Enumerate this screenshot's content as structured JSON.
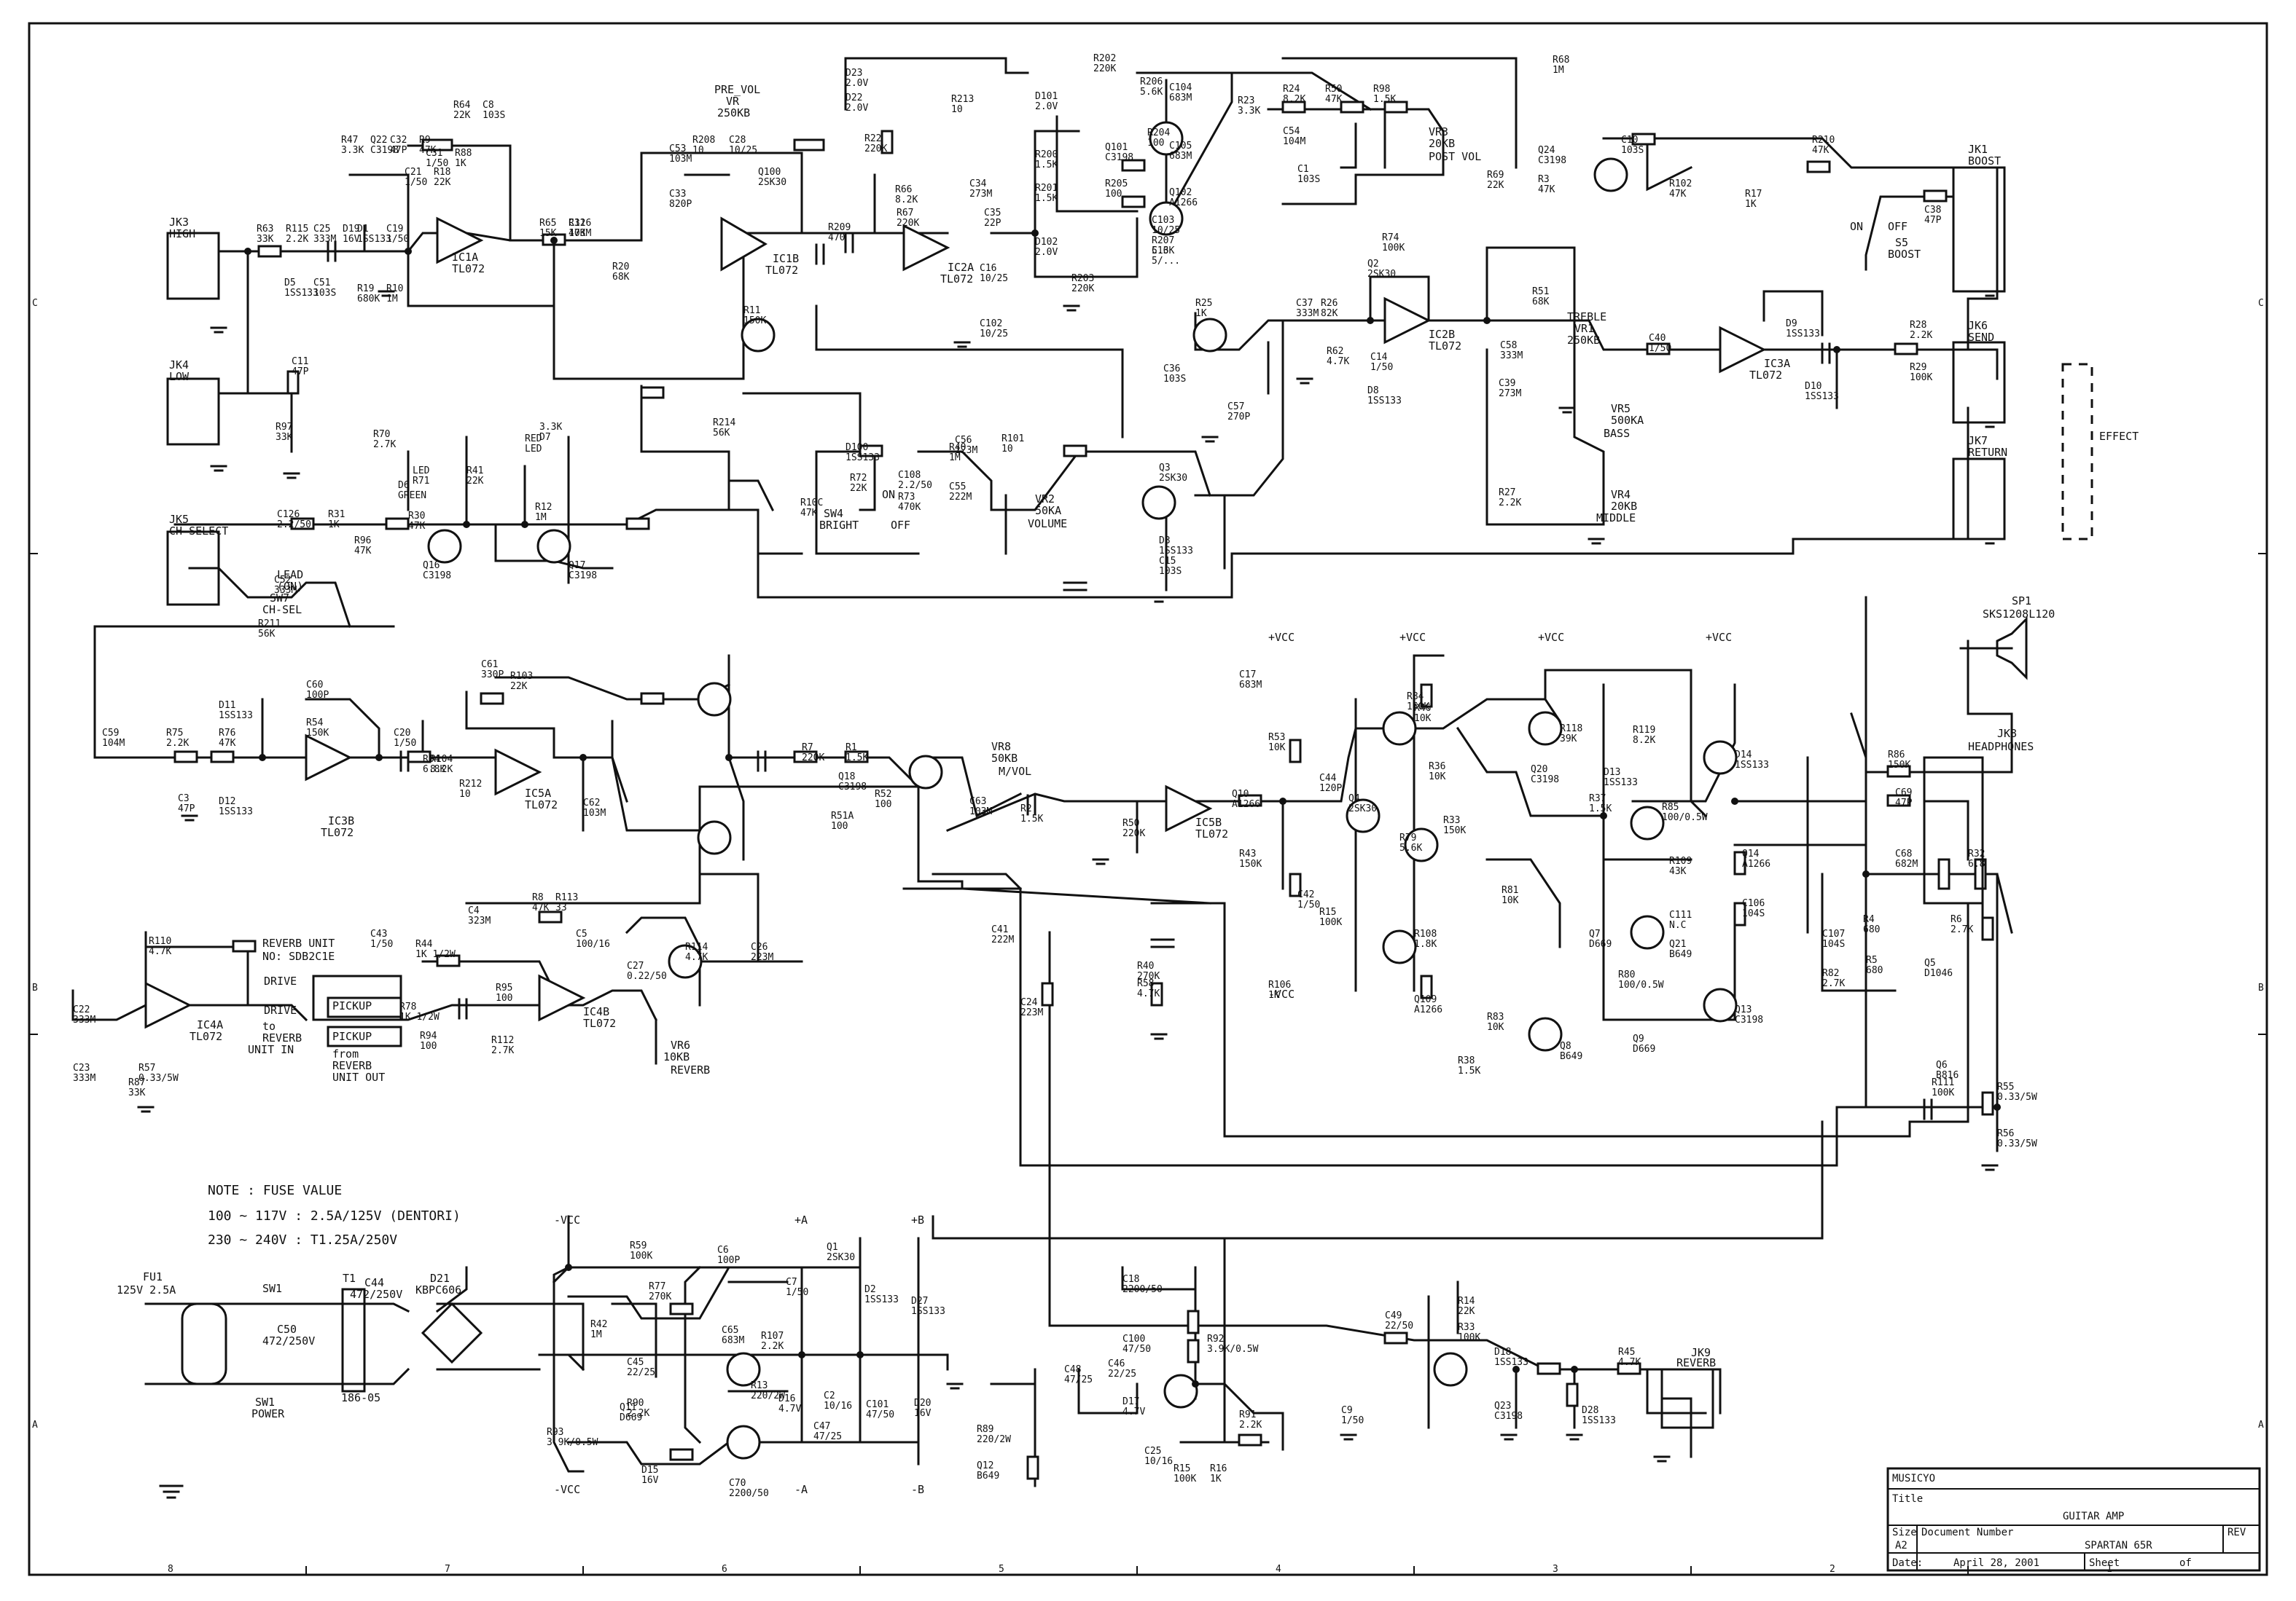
{
  "title_block": {
    "company": "MUSICYO",
    "title_label": "Title",
    "title_value": "GUITAR AMP",
    "size_label": "Size",
    "size_value": "A2",
    "docnum_label": "Document Number",
    "docnum_value": "SPARTAN 65R",
    "rev_label": "REV",
    "date_label": "Date:",
    "date_value": "April 28, 2001",
    "sheet_label": "Sheet",
    "of_label": "of"
  },
  "note": {
    "heading": "NOTE :  FUSE VALUE",
    "line1": "100 ~ 117V :  2.5A/125V (DENTORI)",
    "line2": "230 ~ 240V :  T1.25A/250V"
  },
  "jacks": {
    "jk3": "JK3",
    "jk3_name": "HIGH",
    "jk4": "JK4",
    "jk4_name": "LOW",
    "jk5": "JK5",
    "jk5_name": "CH-SELECT",
    "jk1": "JK1",
    "jk1_name": "BOOST",
    "jk6": "JK6",
    "jk6_name": "SEND",
    "jk7": "JK7",
    "jk7_name": "RETURN",
    "effect": "EFFECT",
    "jk8": "JK8",
    "jk8_name": "HEADPHONES",
    "jk9": "JK9",
    "jk9_name": "REVERB",
    "sp1": "SP1",
    "sp1_name": "SKS1208L120"
  },
  "controls": {
    "vr1": "VR1",
    "vr1_v": "250KB",
    "treble": "TREBLE",
    "vr5": "VR5",
    "vr5_v": "500KA",
    "bass": "BASS",
    "vr4": "VR4",
    "vr4_v": "20KB",
    "middle": "MIDDLE",
    "vr2": "VR2",
    "vr2_v": "50KA",
    "volume": "VOLUME",
    "vr3": "VR3",
    "vr3_v": "20KB",
    "post": "POST VOL",
    "vr6": "VR6",
    "vr6_v": "10KB",
    "reverb": "REVERB",
    "vr8": "VR8",
    "vr8_v": "50KB",
    "mvol": "M/VOL",
    "prevol": "PRE_VOL",
    "vr_pre": "VR",
    "pre_v": "250KB",
    "sw4": "SW4",
    "bright": "BRIGHT",
    "on": "ON",
    "off": "OFF",
    "sw7": "SW7",
    "chsel": "CH-SEL",
    "lead": "LEAD",
    "lead_on": "(ON)",
    "s5": "S5",
    "s5_boost": "BOOST",
    "s5_on": "ON",
    "s5_off": "OFF",
    "sw1": "SW1",
    "sw1b": "SW1",
    "power": "POWER"
  },
  "opamps": {
    "ic1a": "IC1A",
    "ic1b": "IC1B",
    "ic2a": "IC2A",
    "ic2b": "IC2B",
    "ic3a": "IC3A",
    "ic3b": "IC3B",
    "ic4a": "IC4A",
    "ic4b": "IC4B",
    "ic5a": "IC5A",
    "ic5b": "IC5B",
    "part": "TL072"
  },
  "reverb_unit": {
    "name": "REVERB UNIT",
    "model": "NO: SDB2C1E",
    "drive1": "DRIVE",
    "drive2": "DRIVE",
    "to1": "to",
    "to2": "REVERB",
    "to3": "UNIT IN",
    "pickup1": "PICKUP",
    "pickup2": "PICKUP",
    "from1": "from",
    "from2": "REVERB",
    "from3": "UNIT OUT"
  },
  "power": {
    "fu1": "FU1",
    "fu1_v": "125V 2.5A",
    "t1": "T1",
    "t1_part": "186-05",
    "c44": "C44",
    "c44_v": "472/250V",
    "c50": "C50",
    "c50_v": "472/250V",
    "d21": "D21",
    "d21_v": "KBPC606",
    "vcc_neg": "-VCC",
    "vcc_pos": "+VCC",
    "pa": "+A",
    "na": "-A",
    "pb": "+B",
    "nb": "-B"
  },
  "labels": [
    "R63",
    "33K",
    "C25",
    "333M",
    "D1",
    "1SS133",
    "R19",
    "680K",
    "D5",
    "1SS133",
    "C21",
    "1/50",
    "R47",
    "3.3K",
    "C32",
    "47P",
    "R64",
    "22K",
    "C31",
    "1/50",
    "R65",
    "15K",
    "C32",
    "103M",
    "R20",
    "68K",
    "C11",
    "47P",
    "R97",
    "33K",
    "C53",
    "103M",
    "R208",
    "10",
    "C28",
    "10/25",
    "C33",
    "820P",
    "Q100",
    "2SK30",
    "R11",
    "150K",
    "D23",
    "2.0V",
    "D22",
    "2.0V",
    "R213",
    "10",
    "R22",
    "220K",
    "R66",
    "8.2K",
    "R67",
    "220K",
    "C35",
    "22P",
    "C34",
    "273M",
    "R209",
    "470",
    "C16",
    "10/25",
    "C102",
    "10/25",
    "D101",
    "2.0V",
    "R202",
    "220K",
    "R206",
    "5.6K",
    "C104",
    "683M",
    "R200",
    "1.5K",
    "Q101",
    "C3198",
    "R204",
    "100",
    "C105",
    "683M",
    "R201",
    "1.5K",
    "R205",
    "100",
    "Q102",
    "A1266",
    "C103",
    "10/25",
    "D102",
    "2.0V",
    "R203",
    "220K",
    "R207",
    "5.6K",
    "C13",
    "5/...",
    "R23",
    "3.3K",
    "R24",
    "8.2K",
    "R50",
    "47K",
    "R98",
    "1.5K",
    "C54",
    "104M",
    "C1",
    "103S",
    "R69",
    "22K",
    "R68",
    "1M",
    "Q24",
    "C3198",
    "R3",
    "47K",
    "C10",
    "103S",
    "R102",
    "47K",
    "R17",
    "1K",
    "R210",
    "47K",
    "C38",
    "47P",
    "R74",
    "100K",
    "Q2",
    "2SK30",
    "R25",
    "1K",
    "C37",
    "333M",
    "R26",
    "82K",
    "R62",
    "4.7K",
    "C14",
    "1/50",
    "D8",
    "1SS133",
    "C36",
    "103S",
    "C57",
    "270P",
    "R51",
    "68K",
    "C58",
    "333M",
    "C39",
    "273M",
    "R27",
    "2.2K",
    "C40",
    "1/50",
    "D9",
    "1SS133",
    "D10",
    "1SS133",
    "R28",
    "2.2K",
    "R29",
    "100K",
    "R70",
    "2.7K",
    "D6",
    "GREEN",
    "LED",
    "R71",
    "3.3K",
    "D7",
    "RED",
    "LED",
    "R41",
    "22K",
    "R72",
    "22K",
    "R12",
    "1M",
    "R73",
    "470K",
    "Q17",
    "C3198",
    "C108",
    "2.2/50",
    "R30",
    "47K",
    "Q16",
    "C3198",
    "C126",
    "2.2/50",
    "R31",
    "1K",
    "R96",
    "47K",
    "C52",
    "333M",
    "R211",
    "56K",
    "R214",
    "56K",
    "D100",
    "1SS133",
    "R10C",
    "47K",
    "R40",
    "1M",
    "C55",
    "222M",
    "C56",
    "123M",
    "R101",
    "10",
    "Q3",
    "2SK30",
    "D3",
    "1SS133",
    "C15",
    "103S",
    "C59",
    "104M",
    "R75",
    "2.2K",
    "R76",
    "47K",
    "D11",
    "1SS133",
    "D12",
    "1SS133",
    "C3",
    "47P",
    "C60",
    "100P",
    "R54",
    "150K",
    "C20",
    "1/50",
    "R34",
    "6.8K",
    "R104",
    "8.2K",
    "R212",
    "10",
    "C61",
    "330P",
    "R103",
    "22K",
    "C62",
    "103M",
    "R1",
    "1.5K",
    "R7",
    "220K",
    "Q18",
    "C3198",
    "R52",
    "100",
    "R51A",
    "100",
    "C63",
    "103M",
    "R2",
    "1.5K",
    "R50",
    "220K",
    "Q10",
    "A1266",
    "C17",
    "683M",
    "R53",
    "10K",
    "R43",
    "150K",
    "R106",
    "1K",
    "C44",
    "120P",
    "Q4",
    "2SK30",
    "C42",
    "1/50",
    "R15",
    "100K",
    "R79",
    "5.6K",
    "R36",
    "10K",
    "R33",
    "150K",
    "R84",
    "150K",
    "R46",
    "10K",
    "R108",
    "1.8K",
    "Q109",
    "A1266",
    "R118",
    "39K",
    "R119",
    "8.2K",
    "Q20",
    "C3198",
    "R81",
    "10K",
    "R83",
    "10K",
    "R38",
    "1.5K",
    "Q8",
    "B649",
    "Q9",
    "D669",
    "R37",
    "1.5K",
    "Q7",
    "D669",
    "D13",
    "1SS133",
    "R80",
    "100/0.5W",
    "R85",
    "100/0.5W",
    "R109",
    "43K",
    "C111",
    "N.C",
    "Q21",
    "B649",
    "D14",
    "1SS133",
    "Q13",
    "C3198",
    "Q14",
    "A1266",
    "C106",
    "104S",
    "C107",
    "104S",
    "R82",
    "2.7K",
    "R4",
    "680",
    "R5",
    "680",
    "R6",
    "2.7K",
    "Q5",
    "D1046",
    "Q6",
    "B816",
    "R55",
    "0.33/5W",
    "R56",
    "0.33/5W",
    "R111",
    "100K",
    "R86",
    "150K",
    "C69",
    "47P",
    "C68",
    "682M",
    "R32",
    "6.8",
    "C22",
    "333M",
    "C23",
    "333M",
    "R57",
    "0.33/5W",
    "R87",
    "33K",
    "R110",
    "4.7K",
    "C43",
    "1/50",
    "R44",
    "1K 1/2W",
    "R78",
    "1K 1/2W",
    "R94",
    "100",
    "R95",
    "100",
    "C4",
    "323M",
    "R8",
    "47K",
    "R113",
    "33",
    "C5",
    "100/16",
    "R112",
    "2.7K",
    "C27",
    "0.22/50",
    "R114",
    "4.7K",
    "C26",
    "223M",
    "C41",
    "222M",
    "C24",
    "223M",
    "R40",
    "270K",
    "R58",
    "4.7K",
    "R59",
    "100K",
    "C6",
    "100P",
    "R77",
    "270K",
    "C7",
    "1/50",
    "Q1",
    "2SK30",
    "D2",
    "1SS133",
    "D27",
    "1SS133",
    "R42",
    "1M",
    "C65",
    "683M",
    "R107",
    "2.2K",
    "R13",
    "220/2W",
    "Q11",
    "D669",
    "R93",
    "3.9K/0.5W",
    "C45",
    "22/25",
    "R90",
    "2.2K",
    "D16",
    "4.7V",
    "C2",
    "10/16",
    "C101",
    "47/50",
    "D20",
    "16V",
    "C47",
    "47/25",
    "D15",
    "16V",
    "C70",
    "2200/50",
    "C18",
    "2200/50",
    "C100",
    "47/50",
    "R92",
    "3.9K/0.5W",
    "C46",
    "22/25",
    "C48",
    "47/25",
    "D17",
    "4.7V",
    "C25",
    "10/16",
    "R91",
    "2.2K",
    "R89",
    "220/2W",
    "Q12",
    "B649",
    "R15",
    "100K",
    "R16",
    "1K",
    "C49",
    "22/50",
    "C9",
    "1/50",
    "R14",
    "22K",
    "R33",
    "100K",
    "D18",
    "1SS133",
    "Q23",
    "C3198",
    "R45",
    "4.7K",
    "D28",
    "1SS133",
    "R115",
    "2.2K",
    "D19",
    "16V",
    "C19",
    "1/50",
    "R10",
    "1M",
    "C51",
    "103S",
    "R18",
    "22K",
    "Q22",
    "C3198",
    "R9",
    "47K",
    "C8",
    "103S",
    "R88",
    "1K",
    "R116",
    "47K"
  ],
  "border_cols": [
    "8",
    "7",
    "6",
    "5",
    "4",
    "3",
    "2",
    "1"
  ],
  "border_rows": [
    "C",
    "B",
    "A"
  ]
}
